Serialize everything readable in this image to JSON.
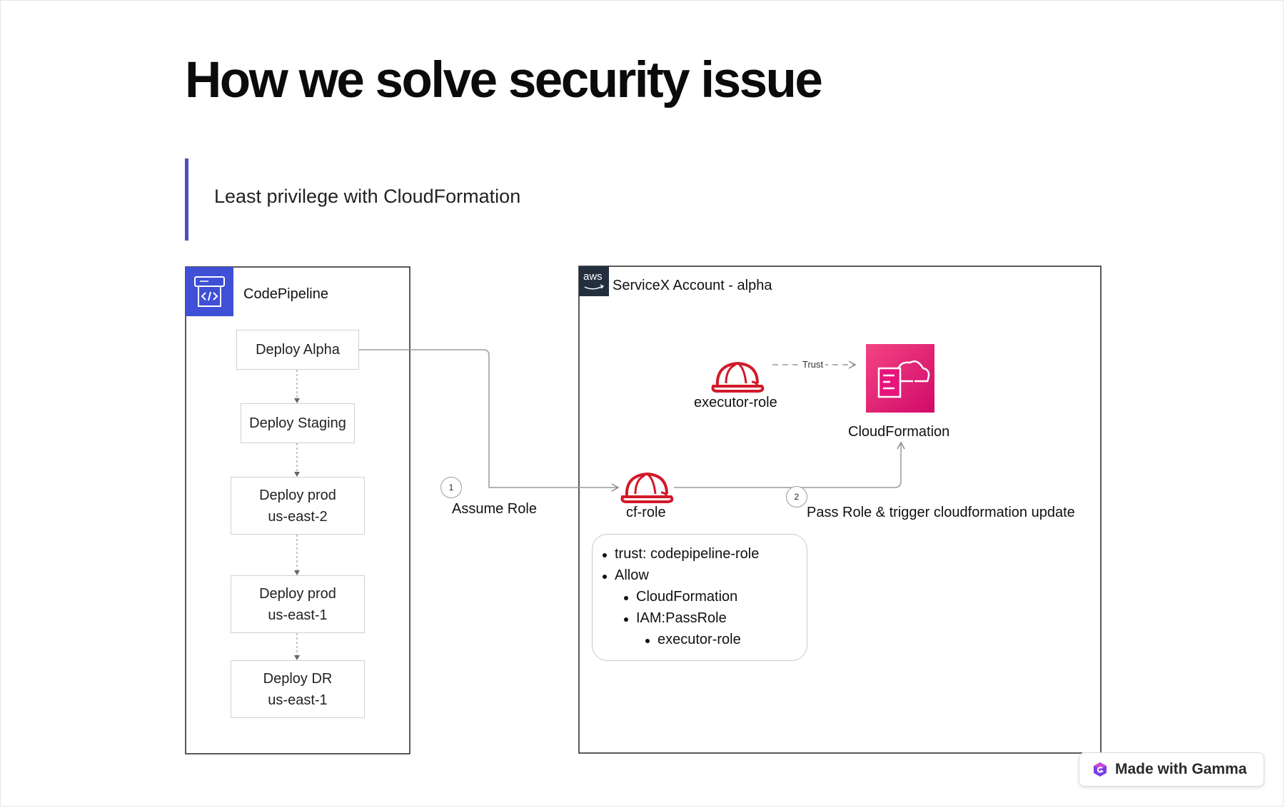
{
  "slide": {
    "title": "How we solve security issue",
    "subtitle": "Least privilege with CloudFormation"
  },
  "pipeline": {
    "label": "CodePipeline",
    "icon": "codepipeline-icon",
    "icon_color": "#3f4fd6",
    "stages": [
      {
        "line1": "Deploy Alpha",
        "line2": ""
      },
      {
        "line1": "Deploy Staging",
        "line2": ""
      },
      {
        "line1": "Deploy prod",
        "line2": "us-east-2"
      },
      {
        "line1": "Deploy prod",
        "line2": "us-east-1"
      },
      {
        "line1": "Deploy DR",
        "line2": "us-east-1"
      }
    ]
  },
  "account": {
    "logo_text": "aws",
    "label": "ServiceX  Account - alpha"
  },
  "nodes": {
    "executor_role": "executor-role",
    "cf_role": "cf-role",
    "cloudformation": "CloudFormation",
    "trust": "Trust",
    "role_color": "#d11a2a",
    "cloudformation_color": "#e7157b"
  },
  "steps": [
    {
      "number": "1",
      "label": "Assume Role"
    },
    {
      "number": "2",
      "label": "Pass Role & trigger cloudformation update"
    }
  ],
  "policy": {
    "items": [
      {
        "text": "trust: codepipeline-role",
        "level": 0
      },
      {
        "text": "Allow",
        "level": 0
      },
      {
        "text": "CloudFormation",
        "level": 1
      },
      {
        "text": "IAM:PassRole",
        "level": 1
      },
      {
        "text": "executor-role",
        "level": 2
      }
    ]
  },
  "badge": {
    "label": "Made with Gamma",
    "icon": "gamma-logo-icon"
  }
}
